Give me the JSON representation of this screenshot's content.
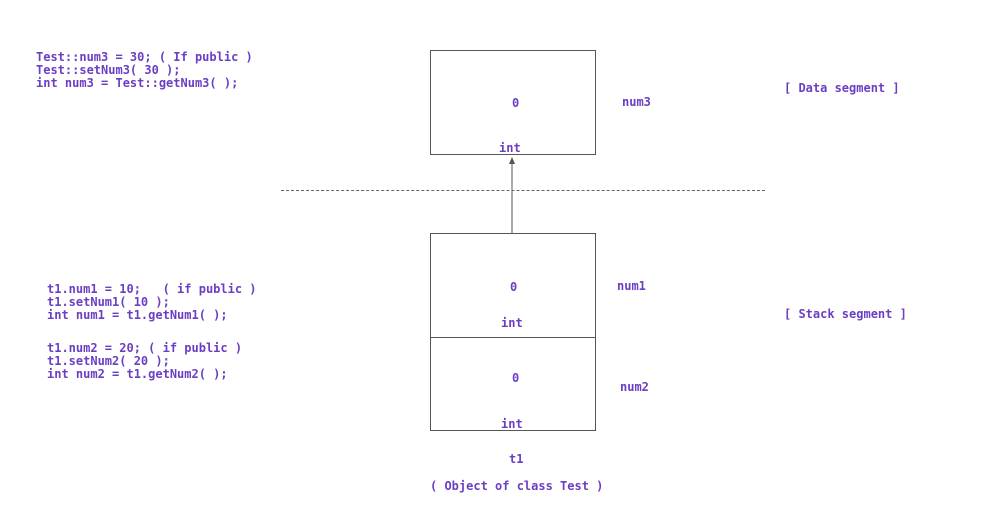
{
  "static_code": [
    "Test::num3 = 30; ( If public )",
    "Test::setNum3( 30 );",
    "int num3 = Test::getNum3( );"
  ],
  "num1_code": [
    "t1.num1 = 10;   ( if public )",
    "t1.setNum1( 10 );",
    "int num1 = t1.getNum1( );"
  ],
  "num2_code": [
    "t1.num2 = 20; ( if public )",
    "t1.setNum2( 20 );",
    "int num2 = t1.getNum2( );"
  ],
  "data_segment": {
    "label": "[ Data segment ]",
    "num3": {
      "value": "0",
      "type": "int",
      "name": "num3"
    }
  },
  "stack_segment": {
    "label": "[ Stack segment ]",
    "num1": {
      "value": "0",
      "type": "int",
      "name": "num1"
    },
    "num2": {
      "value": "0",
      "type": "int",
      "name": "num2"
    }
  },
  "object": {
    "name": "t1",
    "caption": "( Object of class Test )"
  },
  "colors": {
    "text": "#6b3fc4",
    "border": "#555555"
  }
}
